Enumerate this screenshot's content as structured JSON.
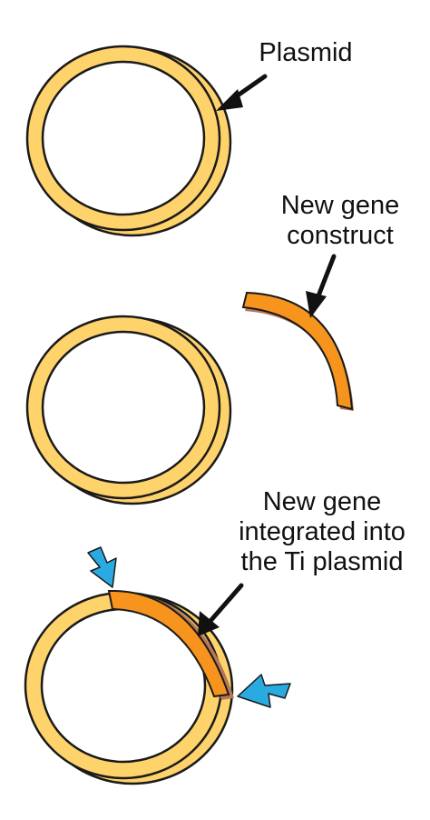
{
  "labels": {
    "plasmid": "Plasmid",
    "new_gene_construct": [
      "New gene",
      "construct"
    ],
    "new_gene_integrated": [
      "New gene",
      "integrated into",
      "the Ti plasmid"
    ]
  },
  "colors": {
    "plasmid_fill": "#ffd36b",
    "gene_fill": "#f7941d",
    "gene_shadow": "#b7775a",
    "outline": "#1a1a1a",
    "arrow_black": "#111111",
    "arrow_blue": "#29abe2"
  },
  "icons": {
    "pointer": "black-arrow-icon",
    "cut_marker": "blue-arrow-icon"
  }
}
